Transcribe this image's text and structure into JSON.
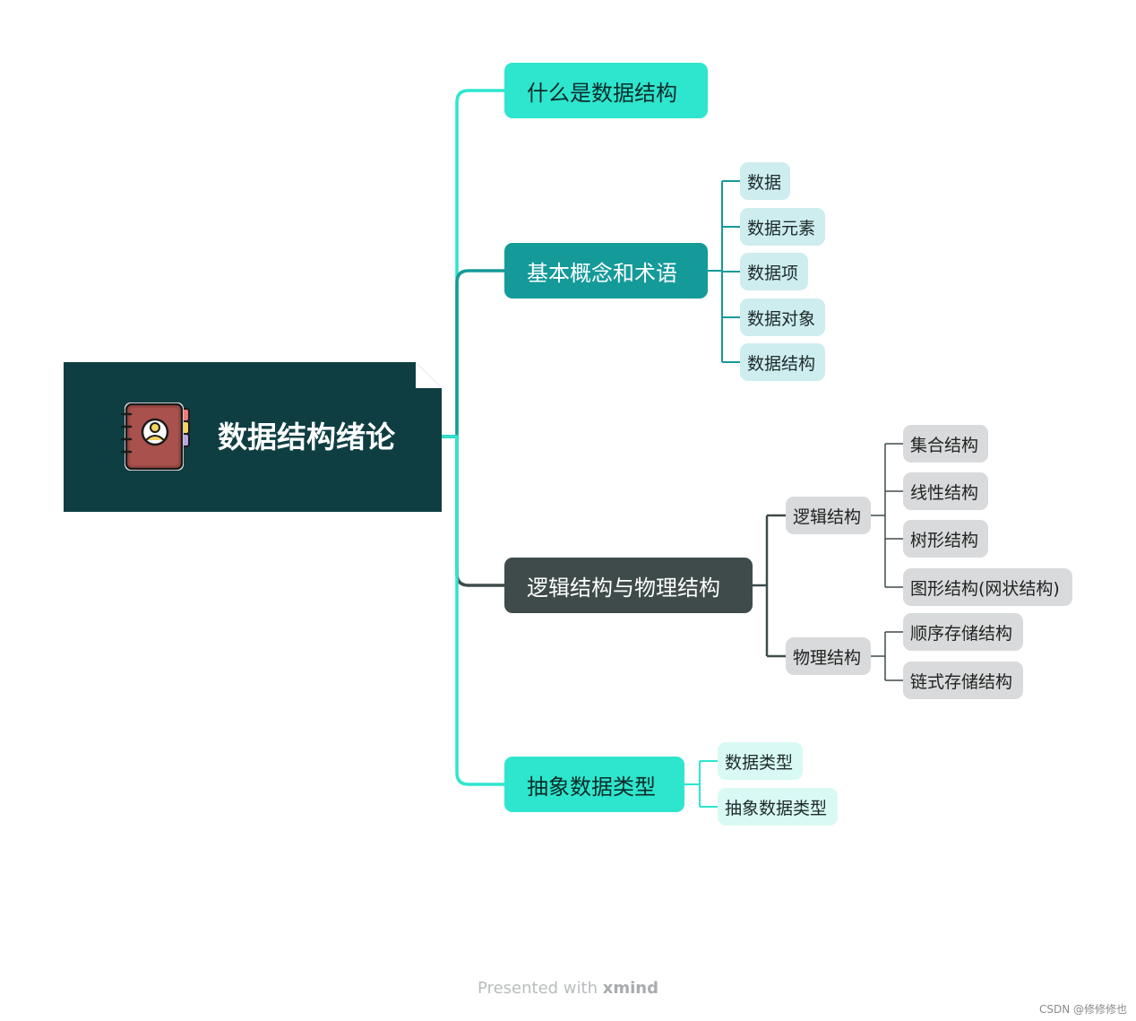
{
  "root": {
    "title": "数据结构绪论",
    "icon": "notebook-contact-icon"
  },
  "branches": [
    {
      "label": "什么是数据结构",
      "children": []
    },
    {
      "label": "基本概念和术语",
      "children": [
        "数据",
        "数据元素",
        "数据项",
        "数据对象",
        "数据结构"
      ]
    },
    {
      "label": "逻辑结构与物理结构",
      "children": [
        {
          "label": "逻辑结构",
          "children": [
            "集合结构",
            "线性结构",
            "树形结构",
            "图形结构(网状结构)"
          ]
        },
        {
          "label": "物理结构",
          "children": [
            "顺序存储结构",
            "链式存储结构"
          ]
        }
      ]
    },
    {
      "label": "抽象数据类型",
      "children": [
        "数据类型",
        "抽象数据类型"
      ]
    }
  ],
  "footer": {
    "prefix": "Presented with",
    "brand": "xmind"
  },
  "watermark": "CSDN @修修修也",
  "colors": {
    "root_bg": "#0e3e42",
    "cyan": "#2ee6cd",
    "teal": "#149a99",
    "dark_gray": "#3e4b4a",
    "light_teal": "#cdedef",
    "light_gray": "#d8dadb",
    "light_cyan": "#d9faf4"
  }
}
